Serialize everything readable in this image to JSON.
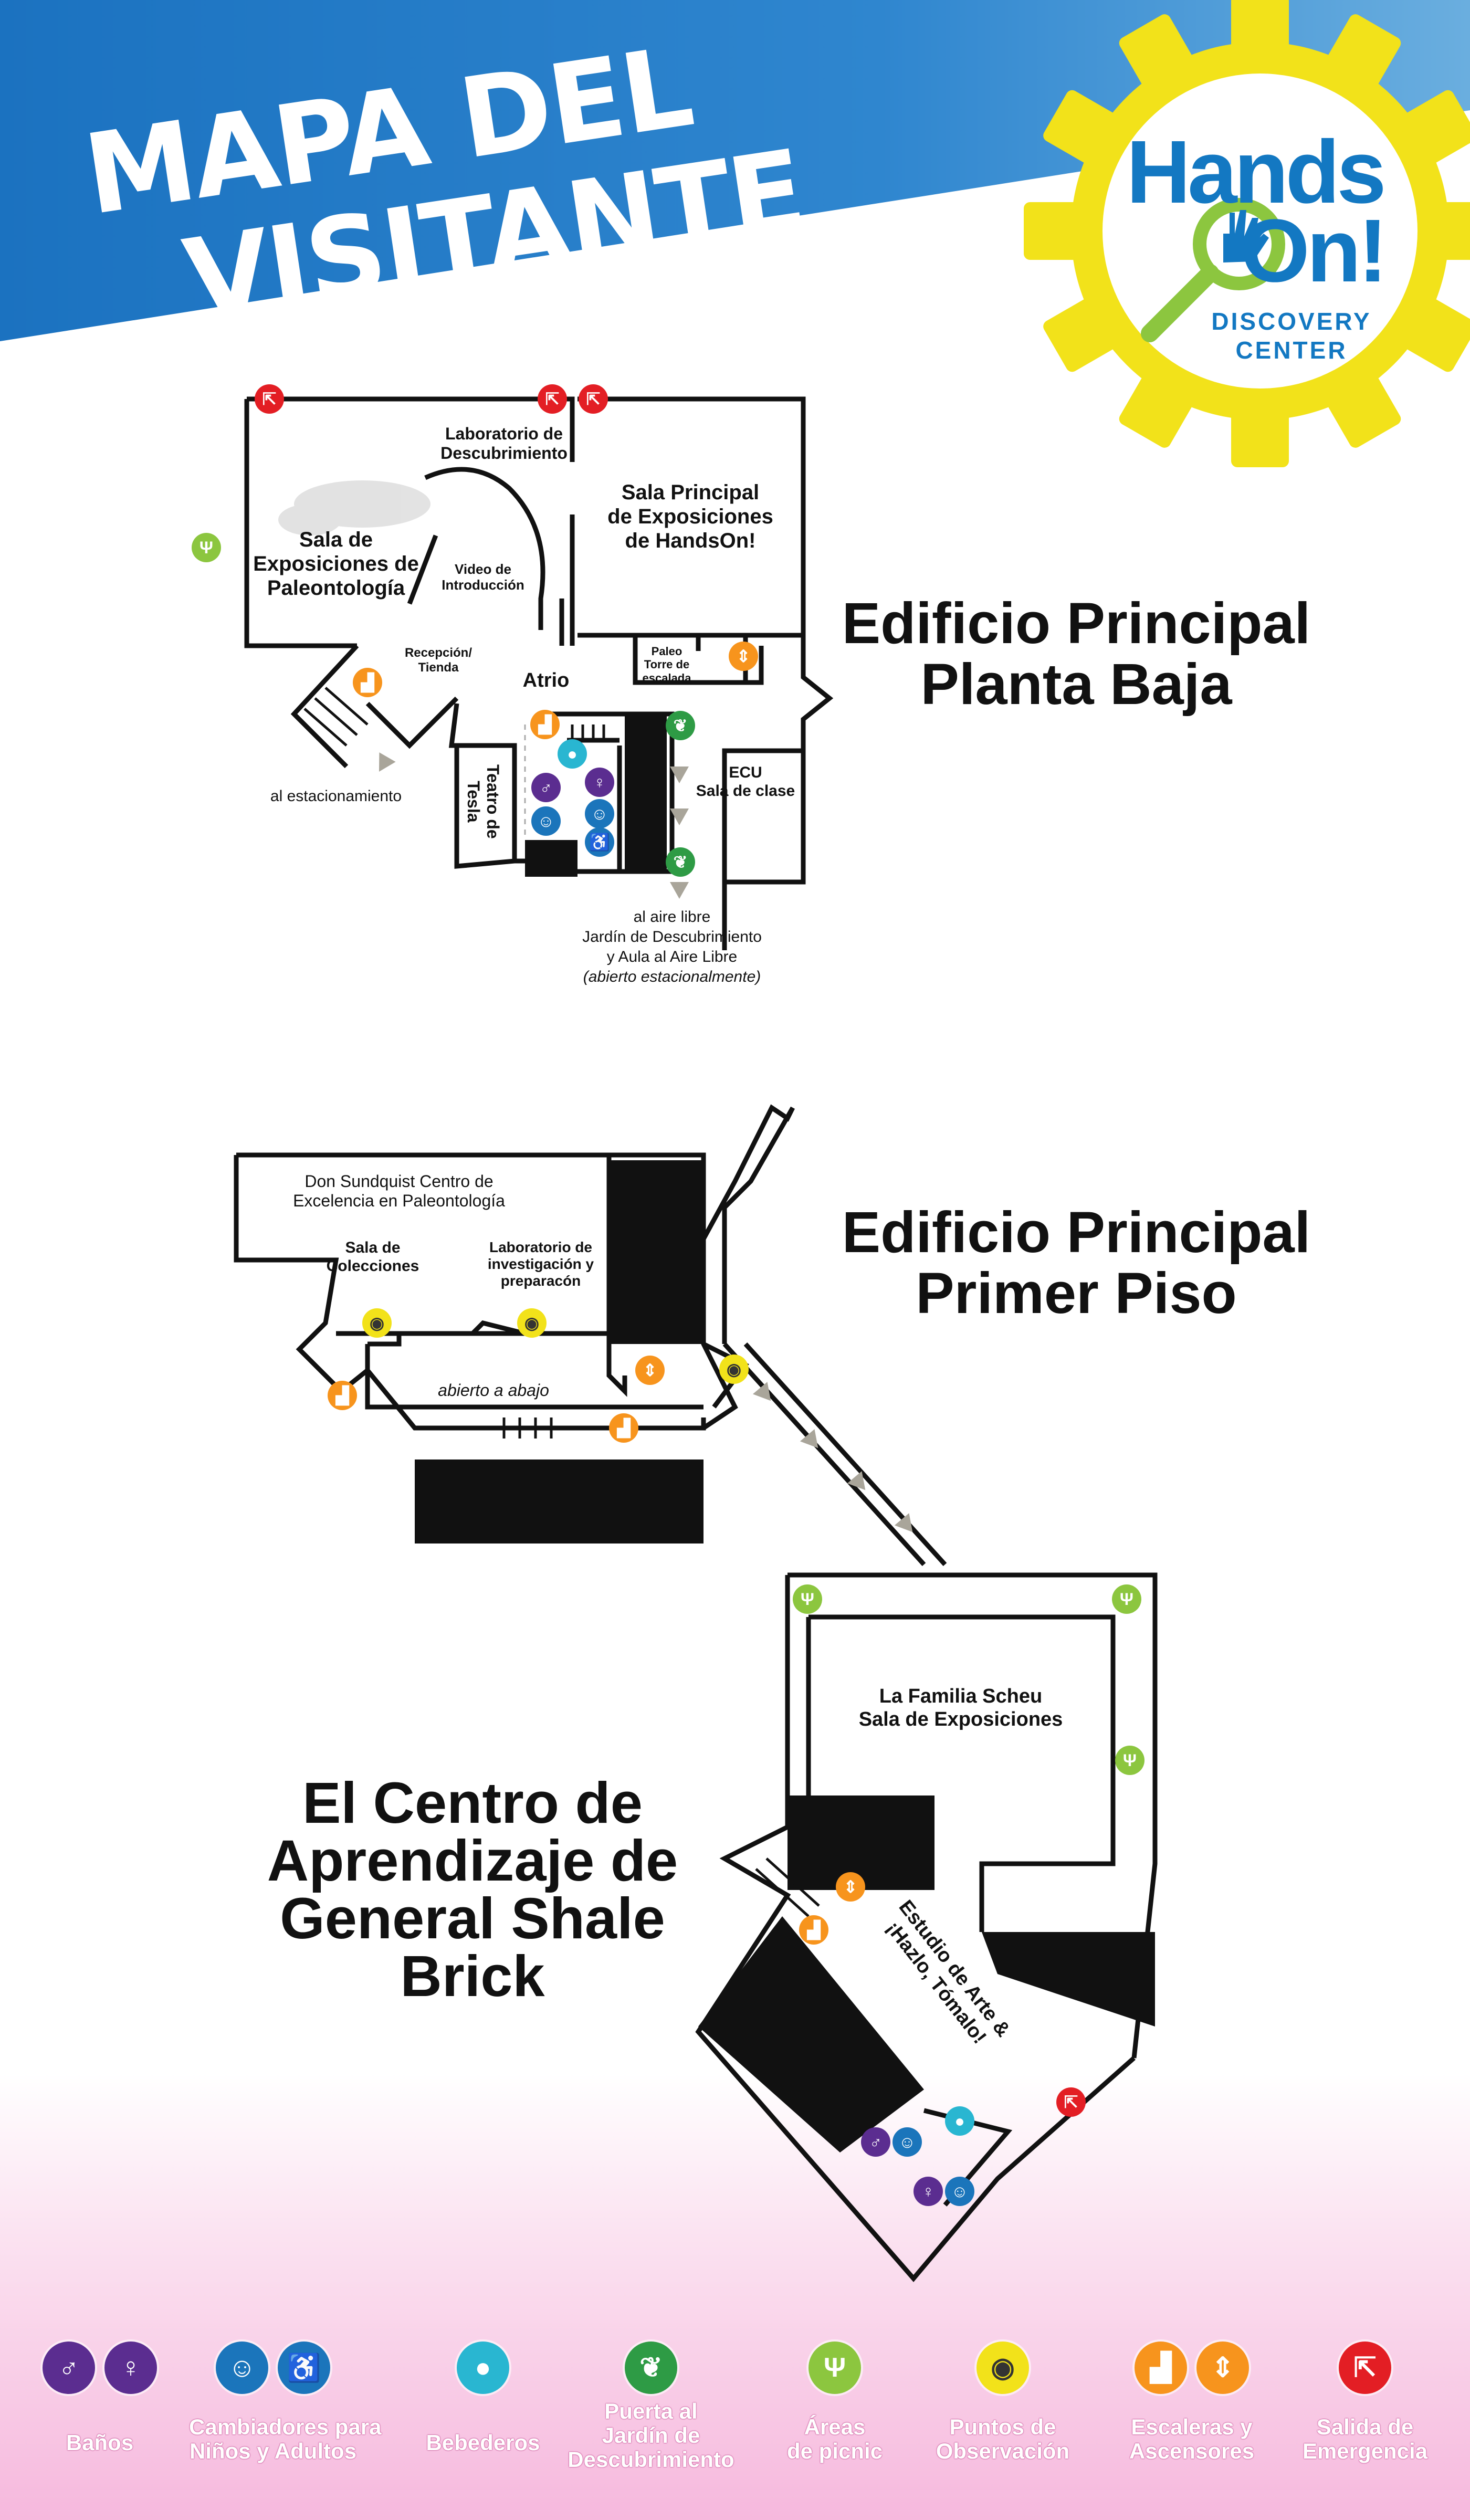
{
  "header": {
    "title_line1": "MAPA DEL",
    "title_line2": "VISITANTE",
    "banner_color": "#1f7bc4"
  },
  "logo": {
    "line1": "Hands",
    "line2": "On!",
    "line3": "DISCOVERY",
    "line4": "CENTER",
    "gear_color": "#f2e21a",
    "text_color": "#1378c2",
    "lens_color": "#8cc63f"
  },
  "buildings": {
    "ground": {
      "title_l1": "Edificio Principal",
      "title_l2": "Planta Baja"
    },
    "first": {
      "title_l1": "Edificio Principal",
      "title_l2": "Primer Piso"
    },
    "learning": {
      "title_l1": "El Centro de",
      "title_l2": "Aprendizaje de",
      "title_l3": "General Shale",
      "title_l4": "Brick"
    }
  },
  "ground_floor": {
    "lab_discovery": "Laboratorio de\nDescubrimiento",
    "main_hall": "Sala Principal\nde Exposiciones\nde HandsOn!",
    "paleo_hall": "Sala de\nExposiciones de\nPaleontología",
    "intro_video": "Video de\nIntroducción",
    "reception": "Recepción/\nTienda",
    "atrium": "Atrio",
    "paleo_tower": "Paleo\nTorre de\nescalada",
    "ecu": "ECU\nSala de clase",
    "tesla": "Teatro de\nTesla",
    "parking": "al estacionamiento",
    "outdoor_l1": "al aire libre",
    "outdoor_l2": "Jardín de Descubrimiento",
    "outdoor_l3": "y Aula al Aire Libre",
    "outdoor_l4": "(abierto estacionalmente)"
  },
  "first_floor": {
    "sundquist": "Don Sundquist Centro de\nExcelencia en Paleontología",
    "collections": "Sala de\nColecciones",
    "research_lab": "Laboratorio de\ninvestigación y\npreparacón",
    "open_below": "abierto a abajo"
  },
  "learning_center": {
    "scheu": "La Familia Scheu\nSala de Exposiciones",
    "art_studio": "Estudio de Arte &\n¡Hazlo, Tómalo!"
  },
  "legend": [
    {
      "label": "Baños",
      "icons": [
        "restroom-men-icon",
        "restroom-women-icon"
      ],
      "colors": [
        "#5b2d90",
        "#5b2d90"
      ]
    },
    {
      "label": "Cambiadores para\nNiños y Adultos",
      "icons": [
        "changing-table-icon",
        "accessible-icon"
      ],
      "colors": [
        "#1b75bb",
        "#1b75bb"
      ]
    },
    {
      "label": "Bebederos",
      "icons": [
        "water-drop-icon"
      ],
      "colors": [
        "#29b6d1"
      ]
    },
    {
      "label": "Puerta al\nJardín de\nDescubrimiento",
      "icons": [
        "leaf-icon"
      ],
      "colors": [
        "#2e9b45"
      ]
    },
    {
      "label": "Áreas\nde picnic",
      "icons": [
        "picnic-icon"
      ],
      "colors": [
        "#8cc63f"
      ]
    },
    {
      "label": "Puntos de\nObservación",
      "icons": [
        "eye-icon"
      ],
      "colors": [
        "#f2e21a"
      ]
    },
    {
      "label": "Escaleras y\nAscensores",
      "icons": [
        "stairs-icon",
        "elevator-icon"
      ],
      "colors": [
        "#f7941d",
        "#f7941d"
      ]
    },
    {
      "label": "Salida de\nEmergencia",
      "icons": [
        "emergency-exit-icon"
      ],
      "colors": [
        "#e31e24"
      ]
    }
  ]
}
